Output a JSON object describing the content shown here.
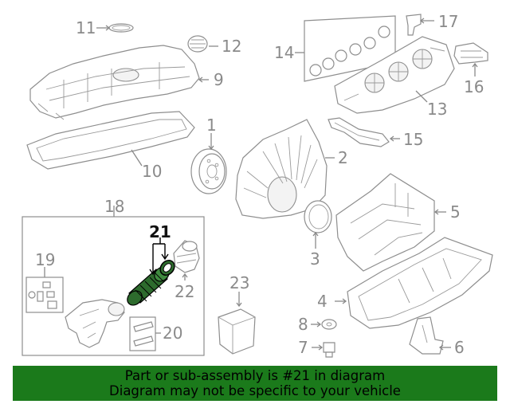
{
  "callouts": {
    "c1": "1",
    "c2": "2",
    "c3": "3",
    "c4": "4",
    "c5": "5",
    "c6": "6",
    "c7": "7",
    "c8": "8",
    "c9": "9",
    "c10": "10",
    "c11": "11",
    "c12": "12",
    "c13": "13",
    "c14": "14",
    "c15": "15",
    "c16": "16",
    "c17": "17",
    "c18": "18",
    "c19": "19",
    "c20": "20",
    "c21": "21",
    "c22": "22",
    "c23": "23"
  },
  "highlight_part": "21",
  "colors": {
    "highlight": "#2d6b2d",
    "banner": "#1b7a1b",
    "line": "#8a8a8a"
  },
  "banner": {
    "line1": "Part or sub-assembly is #21 in diagram",
    "line2": "Diagram may not be specific to your vehicle"
  }
}
